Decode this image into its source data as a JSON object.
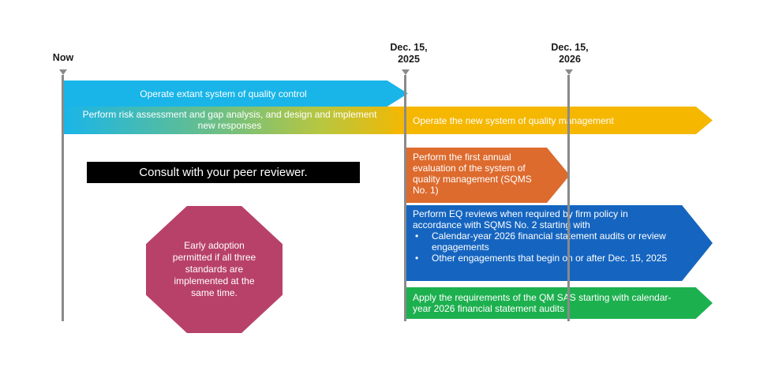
{
  "milestones": {
    "now": "Now",
    "dec2025": "Dec. 15,\n2025",
    "dec2026": "Dec. 15,\n2026"
  },
  "arrows": {
    "operate_extant": "Operate extant system of quality control",
    "risk_assessment": "Perform risk assessment and gap analysis, and design and implement new responses",
    "operate_new": "Operate the new system of quality management",
    "annual_evaluation": "Perform the first annual evaluation of the system of quality management (SQMS No. 1)",
    "eq_reviews": {
      "intro": "Perform EQ reviews when required by firm policy in accordance with SQMS No. 2 starting with",
      "bullets": [
        "Calendar-year 2026 financial statement audits or review engagements",
        "Other engagements that begin on or after Dec. 15, 2025"
      ]
    },
    "qm_sas": "Apply the requirements of the QM SAS starting with calendar-year 2026 financial statement audits"
  },
  "consult_box": "Consult with your peer reviewer.",
  "octagon_note": "Early adoption permitted if all three standards are implemented at the same time.",
  "colors": {
    "cyan": "#19b5e9",
    "yellow": "#f5b700",
    "orange": "#dd6b2e",
    "blue": "#1565c0",
    "green": "#1db04f",
    "magenta": "#b8416a",
    "timeline": "#8a8a8a"
  }
}
